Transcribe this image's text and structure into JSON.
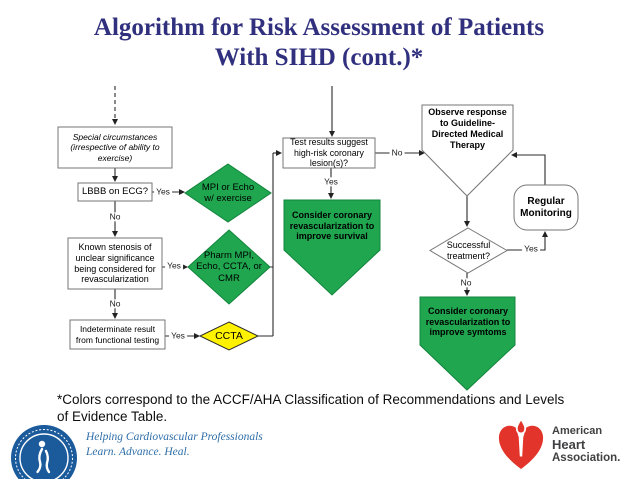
{
  "slide": {
    "title": {
      "line1": "Algorithm for Risk Assessment of Patients",
      "line2": "With SIHD (cont.)*"
    },
    "footnote": {
      "line1": "*Colors correspond to the ACCF/AHA Classification of Recommendations and Levels",
      "line2": "of Evidence Table."
    }
  },
  "colors": {
    "navy": "#30307e",
    "green": "#1fa64e",
    "yellow": "#fff200",
    "accblue": "#1b5a9b",
    "ahared": "#e2342a",
    "ahatext": "#414042",
    "tagblue": "#2f6ea8"
  },
  "flowchart": {
    "nodes": {
      "special": "Special circumstances\n(irrespective of ability to\nexercise)",
      "lbbb": "LBBB on ECG?",
      "stenosis": "Known stenosis of\nunclear significance\nbeing considered for\nrevascularization",
      "indeterminate": "Indeterminate result\nfrom functional testing",
      "mpi_echo": "MPI or Echo\nw/ exercise",
      "pharm": "Pharm MPI,\nEcho, CCTA, or\nCMR",
      "ccta": "CCTA",
      "test_results": "Test results suggest\nhigh-risk coronary\nlesion(s)?",
      "revasc_survival": "Consider coronary\nrevascularization to\nimprove survival",
      "observe": "Observe response\nto Guideline-\nDirected Medical\nTherapy",
      "successful": "Successful\ntreatment?",
      "monitoring": "Regular\nMonitoring",
      "revasc_symptoms": "Consider coronary\nrevascularization to\nimprove symtoms"
    },
    "labels": {
      "yes": "Yes",
      "no": "No"
    }
  },
  "logos": {
    "acc": {
      "tagline1": "Helping Cardiovascular Professionals",
      "tagline2": "Learn. Advance. Heal."
    },
    "aha": {
      "line1": "American",
      "line2": "Heart",
      "line3": "Association."
    }
  }
}
